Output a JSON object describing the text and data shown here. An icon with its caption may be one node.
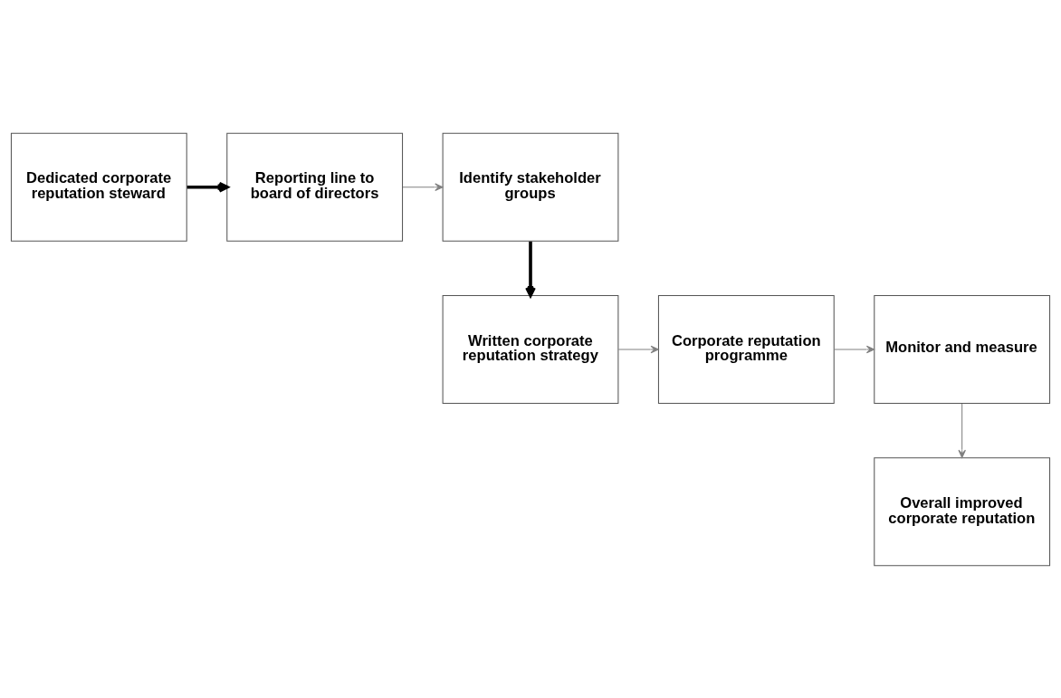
{
  "diagram": {
    "nodes": [
      {
        "text": [
          "Dedicated corporate reputation steward"
        ]
      },
      {
        "text": [
          "Reporting line to board of directors"
        ]
      },
      {
        "text": [
          "Identify stakeholder groups"
        ]
      },
      {
        "text": [
          "Written corporate reputation strategy"
        ]
      },
      {
        "text": [
          "Corporate reputation programme"
        ]
      },
      {
        "text": [
          "Monitor and measure"
        ]
      },
      {
        "text": [
          "Overall improved corporate reputation"
        ]
      }
    ],
    "edges": [
      {
        "from": 0,
        "to": 1,
        "arrow": "to",
        "style": "thick",
        "color": "#000000"
      },
      {
        "from": 1,
        "to": 2,
        "arrow": "to"
      },
      {
        "from": 2,
        "to": 3,
        "arrow": "to",
        "style": "thick",
        "color": "#000000"
      },
      {
        "from": 3,
        "to": 4,
        "arrow": "to"
      },
      {
        "from": 4,
        "to": 5,
        "arrow": "to"
      },
      {
        "from": 5,
        "to": 6,
        "arrow": "to"
      }
    ]
  }
}
